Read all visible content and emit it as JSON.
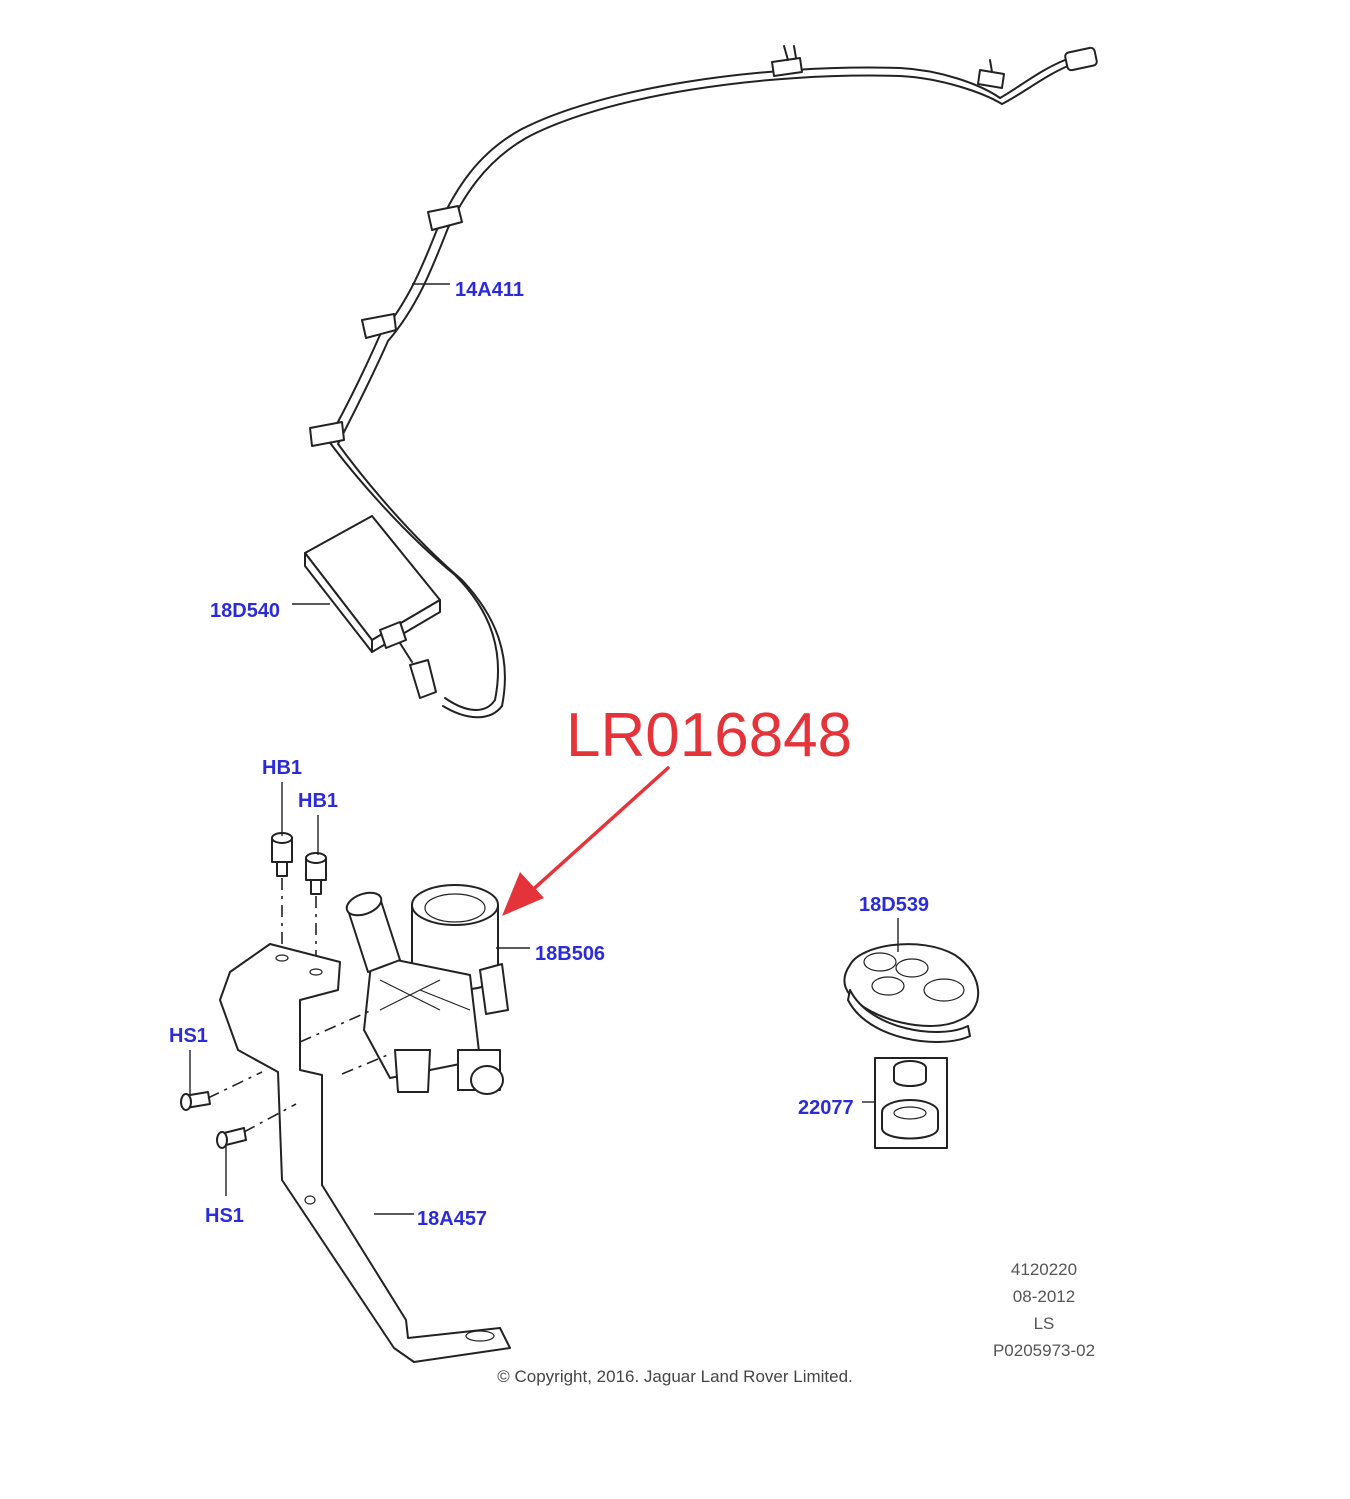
{
  "callout": {
    "part_number": "LR016848",
    "color": "#e5333a"
  },
  "labels": {
    "harness": "14A411",
    "module": "18D540",
    "bolt_top_1": "HB1",
    "bolt_top_2": "HB1",
    "valve": "18B506",
    "screw_1": "HS1",
    "screw_2": "HS1",
    "bracket": "18A457",
    "remote": "18D539",
    "battery": "22077",
    "color": "#2b2bd8"
  },
  "meta": {
    "ref": "4120220",
    "date": "08-2012",
    "code": "LS",
    "drawing": "P0205973-02"
  },
  "copyright": "© Copyright, 2016. Jaguar Land Rover Limited."
}
